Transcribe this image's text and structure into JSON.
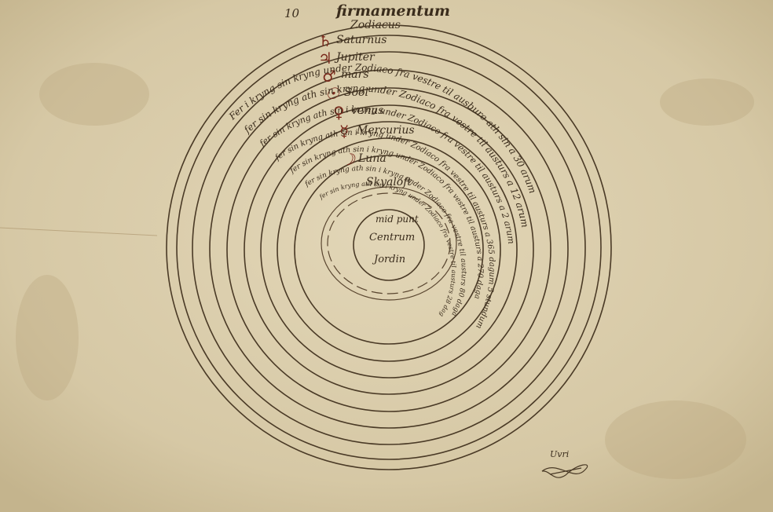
{
  "heading": {
    "number": "10",
    "firmament": "firmamentum",
    "zodiac": "Zodiacus"
  },
  "planets": [
    {
      "name": "Saturnus",
      "symbol": "♄",
      "orbit_text": "Fer i kryng sin kryng under Zodiaco fra vestre til ausbure ath sin a 30 arum"
    },
    {
      "name": "Jupiter",
      "symbol": "♃",
      "orbit_text": "fer sin kryng ath sin kryng under Zodiaco fra vestre til austurs a 12 arum"
    },
    {
      "name": "mars",
      "symbol": "♂",
      "orbit_text": "fer sin kryng ath sin i kryng under Zodiaco fra vestre til austurs a 2 arum"
    },
    {
      "name": "Sool",
      "symbol": "☉",
      "orbit_text": "fer sin kryng ath sin i kryng under Zodiaco fra vestre til austurs a 365 dagum 5 stundum"
    },
    {
      "name": "venus",
      "symbol": "♀",
      "orbit_text": "fer sin kryng ath sin i kryng under Zodiaco fra vestre til austurs a 270 daga"
    },
    {
      "name": "Mercurius",
      "symbol": "☿",
      "orbit_text": "fer sin kryng ath sin i kryng under Zodiaco fra vestre til austurs 80 daga"
    },
    {
      "name": "Luna",
      "symbol": "☽",
      "orbit_text": "fer sin kryng ath sin i kryng under Zodiaco fra vestre til austurs 28 dag"
    }
  ],
  "center": {
    "clouds_label": "Skyaloft",
    "line1": "mid punt",
    "line2": "Centrum",
    "line3": "Jordin"
  },
  "signature": "Uvri",
  "colors": {
    "parchment": "#d9ccab",
    "ink": "#3a2c1c",
    "red_ink": "#7a2a1c"
  }
}
